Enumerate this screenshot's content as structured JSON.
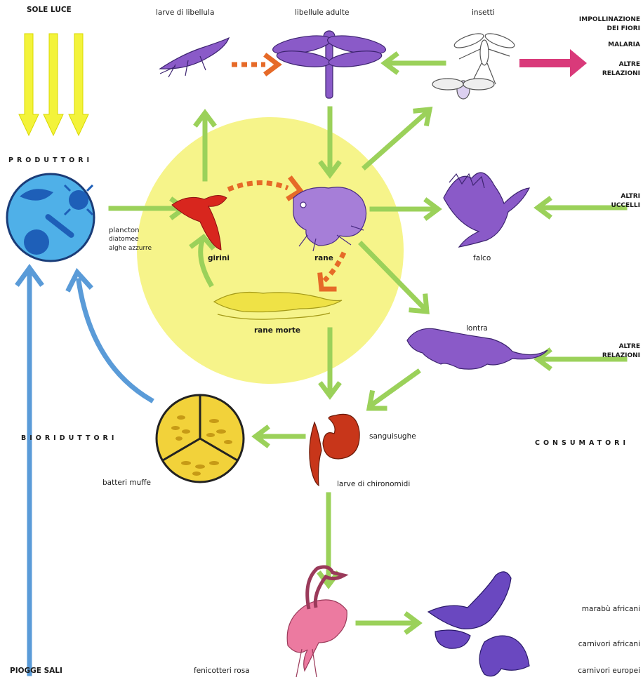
{
  "labels": {
    "sole_luce": "SOLE LUCE",
    "produttori": "PRODUTTORI",
    "piogge_sali": "PIOGGE SALI",
    "bioriduttori": "BIORIDUTTORI",
    "consumatori": "CONSUMATORI",
    "larve_libellula": "larve di libellula",
    "libellule_adulte": "libellule adulte",
    "insetti": "insetti",
    "impollinazione_1": "IMPOLLINAZIONE",
    "impollinazione_2": "DEI FIORI",
    "malaria": "MALARIA",
    "altre_relazioni_top_1": "ALTRE",
    "altre_relazioni_top_2": "RELAZIONI",
    "plancton": "plancton",
    "diatomee": "diatomee",
    "alghe_azzurre": "alghe azzurre",
    "girini": "girini",
    "rane": "rane",
    "rane_morte": "rane morte",
    "falco": "falco",
    "altri_uccelli_1": "ALTRI",
    "altri_uccelli_2": "UCCELLI",
    "lontra": "lontra",
    "altre_relazioni_mid_1": "ALTRE",
    "altre_relazioni_mid_2": "RELAZIONI",
    "sanguisughe": "sanguisughe",
    "larve_chironomidi": "larve di chironomidi",
    "batteri_muffe": "batteri muffe",
    "fenicotteri_rosa": "fenicotteri rosa",
    "marabu_africani": "marabù africani",
    "carnivori_africani": "carnivori africani",
    "carnivori_europei": "carnivori europei"
  },
  "colors": {
    "sun_arrow": "#f3f33a",
    "green_arrow": "#9bd15a",
    "blue_arrow": "#5a9bd8",
    "orange_arrow": "#e66a28",
    "magenta_arrow": "#d93a7a",
    "pond": "#f6f48a",
    "producers_fill": "#4fb0e8",
    "producers_organisms": "#1e5fb8",
    "bacteria_fill": "#f2d23a",
    "animal_purple": "#8a5ac8",
    "tadpole_red": "#d8261e",
    "dead_frog_yellow": "#efe246",
    "leech_red": "#c8361a",
    "flamingo_pink": "#ec7aa0"
  }
}
